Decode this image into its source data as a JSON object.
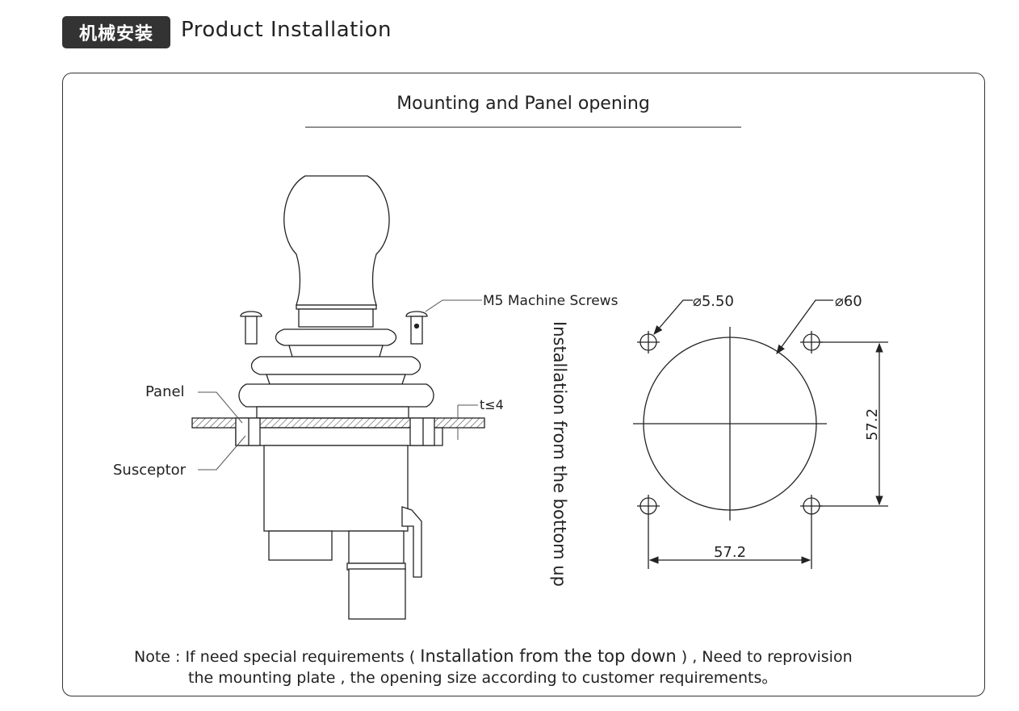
{
  "header": {
    "badge": "机械安装",
    "title": "Product Installation"
  },
  "diagram": {
    "subtitle": "Mounting and Panel opening",
    "labels": {
      "screws": "M5 Machine Screws",
      "panel": "Panel",
      "susceptor": "Susceptor",
      "thickness": "t≤4",
      "install_direction": "Installation from the bottom up",
      "hole_diameter": "⌀5.50",
      "opening_diameter": "⌀60",
      "vertical_spacing": "57.2",
      "horizontal_spacing": "57.2"
    }
  },
  "note": {
    "prefix": "Note : If need special requirements (",
    "emphasis": "Installation from the top down",
    "suffix": ")  , Need to reprovision",
    "line2": "the mounting plate , the opening size according to customer requirements。"
  }
}
